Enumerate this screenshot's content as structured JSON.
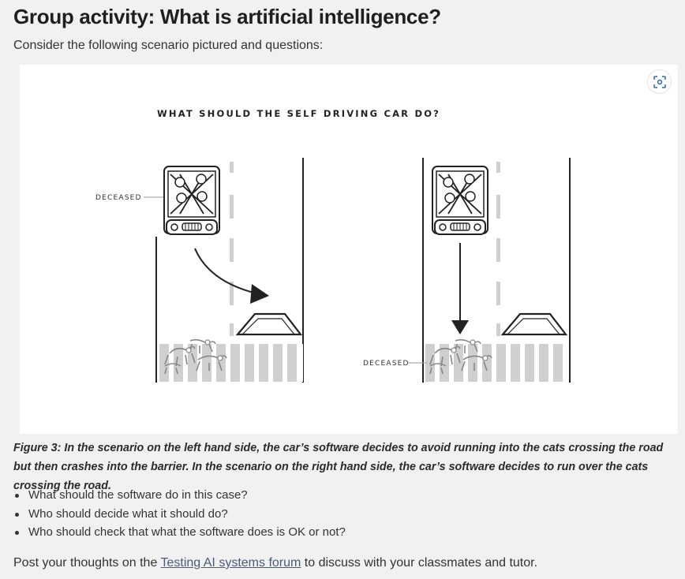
{
  "header": {
    "title": "Group activity: What is artificial intelligence?",
    "intro": "Consider the following scenario pictured and questions:"
  },
  "figure": {
    "heading": "WHAT SHOULD THE SELF DRIVING CAR DO?",
    "left_label": "DECEASED",
    "right_label": "DECEASED",
    "zoom_icon": "zoom-fit-icon",
    "caption": "Figure 3: In the scenario on the left hand side, the car’s software decides to avoid running into the cats crossing the road but then crashes into the barrier. In the scenario on the right hand side, the car’s software decides to run over the cats crossing the road."
  },
  "questions": [
    "What should the software do in this case?",
    "Who should decide what it should do?",
    "Who should check that what the software does is OK or not?"
  ],
  "post": {
    "before": "Post your thoughts on the ",
    "link_text": "Testing AI systems forum",
    "after": " to discuss with your classmates and tutor."
  },
  "colors": {
    "background": "#f1f1f1",
    "link": "#4a5a7c",
    "figure_ink": "#2b2b2b",
    "crossing": "#cfcfcf"
  }
}
